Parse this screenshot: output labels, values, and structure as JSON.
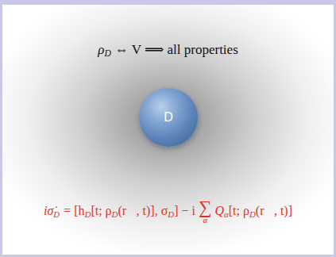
{
  "diagram": {
    "nodes": [
      {
        "text": [
          "D"
        ]
      }
    ],
    "labels": [
      "ρ",
      "D",
      "⇔ V ⟹ all properties",
      "iσ̇",
      "D",
      "= [h",
      "D",
      "[t; ρ",
      "D",
      "(r⃗, t)], σ",
      "D",
      "] − i",
      "∑",
      "α",
      "Q",
      "α",
      "[t; ρ",
      "D",
      "(r⃗, t)]"
    ]
  }
}
